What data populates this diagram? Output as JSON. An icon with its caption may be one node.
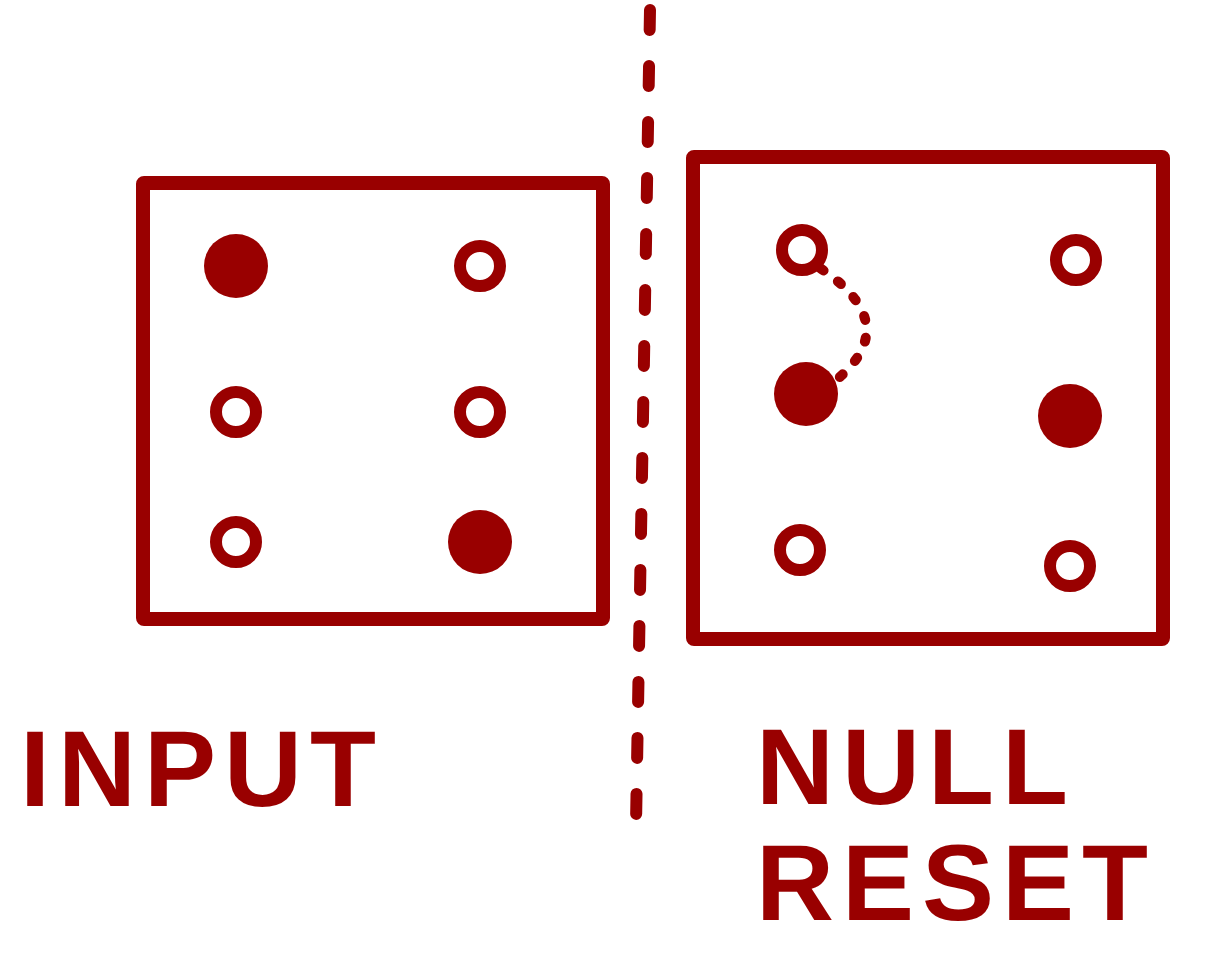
{
  "diagram": {
    "nodes": [
      {
        "text": [
          "INPUT"
        ]
      },
      {
        "text": [],
        "shape": "dot",
        "in": 0
      },
      {
        "text": [],
        "shape": "circle",
        "in": 0
      },
      {
        "text": [],
        "shape": "circle",
        "in": 0
      },
      {
        "text": [],
        "shape": "circle",
        "in": 0
      },
      {
        "text": [],
        "shape": "circle",
        "in": 0
      },
      {
        "text": [],
        "shape": "dot",
        "in": 0
      },
      {
        "text": [
          "NULL RESET"
        ]
      },
      {
        "text": [],
        "shape": "circle",
        "in": 7
      },
      {
        "text": [],
        "shape": "circle",
        "in": 7
      },
      {
        "text": [],
        "shape": "dot",
        "in": 7
      },
      {
        "text": [],
        "shape": "dot",
        "in": 7
      },
      {
        "text": [],
        "shape": "circle",
        "in": 7
      },
      {
        "text": [],
        "shape": "circle",
        "in": 7
      }
    ],
    "edges": [
      {
        "from": 8,
        "to": 10,
        "arrow": "none",
        "style": "dashed"
      }
    ]
  }
}
